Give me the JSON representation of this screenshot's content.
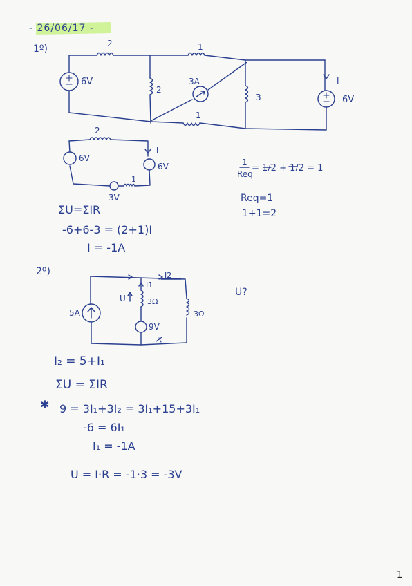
{
  "header": {
    "date": "- 26/06/17 -"
  },
  "problem1": {
    "label": "1º)",
    "circuit_main": {
      "values": [
        "2",
        "1",
        "2",
        "3A",
        "3",
        "1",
        "I",
        "6V",
        "6V"
      ]
    },
    "circuit_reduced": {
      "values": [
        "2",
        "I",
        "6V",
        "6V",
        "3V",
        "1"
      ]
    },
    "eq_kvl": "ΣU=ΣIR",
    "eq_sub": "-6+6-3 = (2+1)I",
    "eq_result": "I = -1A",
    "req_num": "1",
    "req_den": "Req",
    "req_rhs": "= 1/2 + 1/2 = 1",
    "req_result": "Req=1",
    "req_sum": "1+1=2"
  },
  "problem2": {
    "label": "2º)",
    "circuit": {
      "values": [
        "5A",
        "U",
        "I1",
        "I2",
        "3Ω",
        "9V",
        "3Ω"
      ]
    },
    "side_note": "U?",
    "eq1": "I₂ = 5+I₁",
    "eq2": "ΣU = ΣIR",
    "eq3": "9 = 3I₁+3I₂ = 3I₁+15+3I₁",
    "eq4": "-6 = 6I₁",
    "eq5": "I₁ = -1A",
    "eq6": "U = I·R = -1·3 = -3V"
  },
  "footer": {
    "page_number": "1"
  },
  "colors": {
    "ink": "#2a3f8f",
    "highlight": "#c9f28a",
    "paper": "#f8f8f6"
  }
}
